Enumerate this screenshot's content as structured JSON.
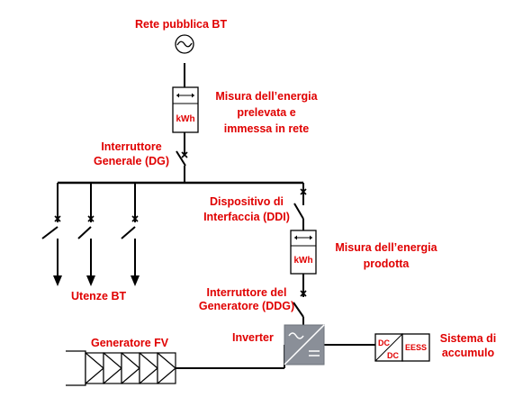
{
  "labels": {
    "grid": "Rete pubblica BT",
    "meter_grid_line1": "Misura dell’energia",
    "meter_grid_line2": "prelevata e",
    "meter_grid_line3": "immessa in rete",
    "dg_line1": "Interruttore",
    "dg_line2": "Generale (DG)",
    "ddi_line1": "Dispositivo di",
    "ddi_line2": "Interfaccia (DDI)",
    "meter_prod_line1": "Misura dell’energia",
    "meter_prod_line2": "prodotta",
    "loads": "Utenze BT",
    "ddg_line1": "Interruttore del",
    "ddg_line2": "Generatore (DDG)",
    "inverter": "Inverter",
    "pv": "Generatore FV",
    "storage_line1": "Sistema di",
    "storage_line2": "accumulo"
  },
  "meter_unit": "kWh",
  "storage_box": {
    "dc_top": "DC",
    "dc_bottom": "DC",
    "eess": "EESS"
  },
  "colors": {
    "label": "#e00000",
    "line": "#000000",
    "inverter": "#8a8f98"
  }
}
